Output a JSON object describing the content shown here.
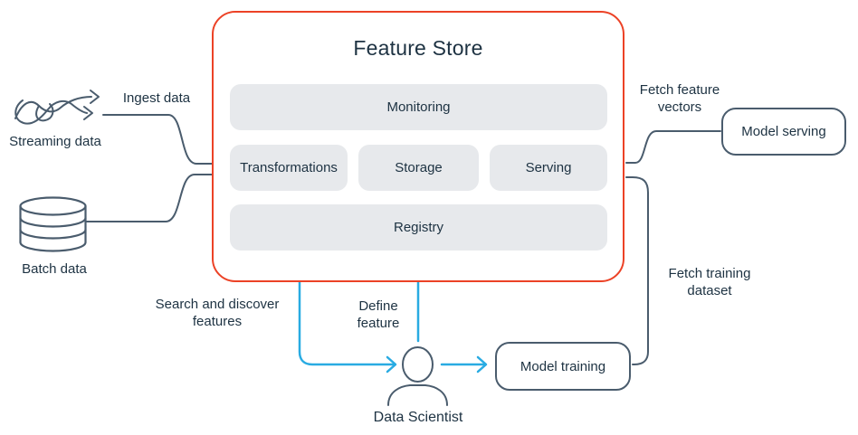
{
  "feature_store": {
    "title": "Feature Store",
    "monitoring": "Monitoring",
    "transformations": "Transformations",
    "storage": "Storage",
    "serving": "Serving",
    "registry": "Registry"
  },
  "nodes": {
    "streaming_data": "Streaming data",
    "batch_data": "Batch data",
    "model_serving": "Model serving",
    "model_training": "Model training",
    "data_scientist": "Data Scientist"
  },
  "edge_labels": {
    "ingest_data": "Ingest data",
    "fetch_feature_vectors": "Fetch feature vectors",
    "fetch_training_dataset": "Fetch training dataset",
    "search_and_discover_features": "Search and discover features",
    "define_feature": "Define feature"
  },
  "colors": {
    "feature_store_border": "#ec4226",
    "connector": "#4a5c6d",
    "actor_arrows": "#29abe2",
    "component_fill": "#e7e9ec",
    "text": "#1d3242"
  }
}
